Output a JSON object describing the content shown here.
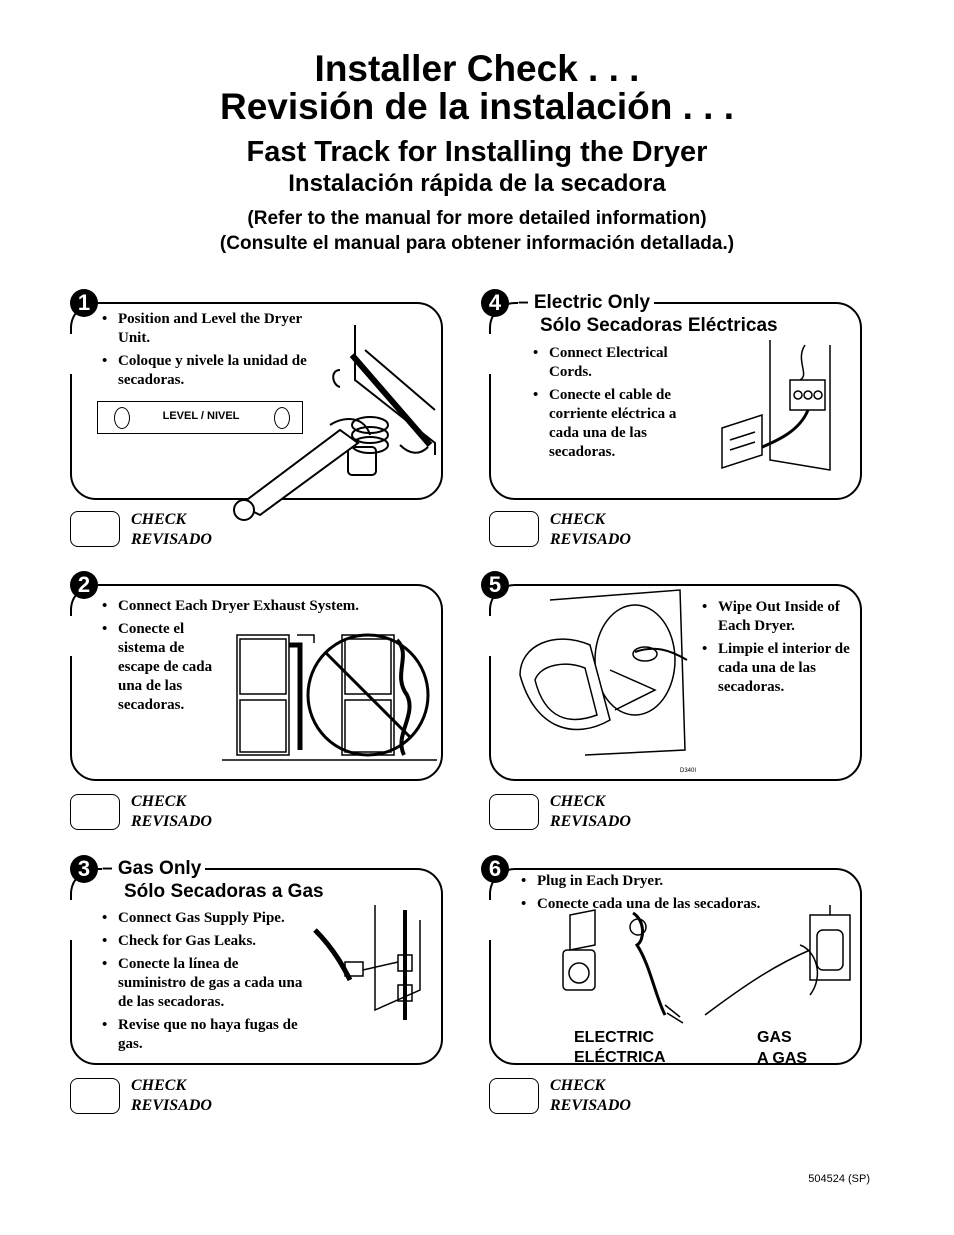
{
  "header": {
    "title_en": "Installer Check . . .",
    "title_es": "Revisión de la instalación . . .",
    "subtitle_en": "Fast Track for Installing the Dryer",
    "subtitle_es": "Instalación rápida de la secadora",
    "note_en": "(Refer to the manual for more detailed information)",
    "note_es": "(Consulte el manual para obtener información detallada.)"
  },
  "check": {
    "en": "CHECK",
    "es": "REVISADO"
  },
  "steps": [
    {
      "number": "1",
      "heading_en": "",
      "heading_es": "",
      "bullets": [
        "Position and Level the Dryer Unit.",
        "Coloque y nivele la unidad de secadoras."
      ],
      "level_label": "LEVEL / NIVEL"
    },
    {
      "number": "2",
      "heading_en": "",
      "heading_es": "",
      "bullets": [
        "Connect Each Dryer Exhaust System.",
        "Conecte el sistema de escape de cada una de las secadoras."
      ]
    },
    {
      "number": "3",
      "heading_en": "– Gas Only",
      "heading_es": "Sólo Secadoras a Gas",
      "bullets": [
        "Connect Gas Supply Pipe.",
        "Check for Gas Leaks.",
        "Conecte la línea de suministro de gas a cada una de las secadoras.",
        "Revise que no haya fugas de gas."
      ]
    },
    {
      "number": "4",
      "heading_en": "– Electric Only",
      "heading_es": "Sólo Secadoras Eléctricas",
      "bullets": [
        "Connect Electrical Cords.",
        "Conecte el cable de corriente eléctrica a cada una de las secadoras."
      ]
    },
    {
      "number": "5",
      "heading_en": "",
      "heading_es": "",
      "bullets": [
        "Wipe Out Inside of Each Dryer.",
        "Limpie el interior de cada una de las secadoras."
      ],
      "figure_code": "D340I"
    },
    {
      "number": "6",
      "heading_en": "",
      "heading_es": "",
      "bullets": [
        "Plug in Each Dryer.",
        "Conecte cada una de las secadoras."
      ],
      "electric_en": "ELECTRIC",
      "electric_es": "ELÉCTRICA",
      "gas_en": "GAS",
      "gas_es": "A GAS"
    }
  ],
  "footer": {
    "code": "504524 (SP)"
  }
}
